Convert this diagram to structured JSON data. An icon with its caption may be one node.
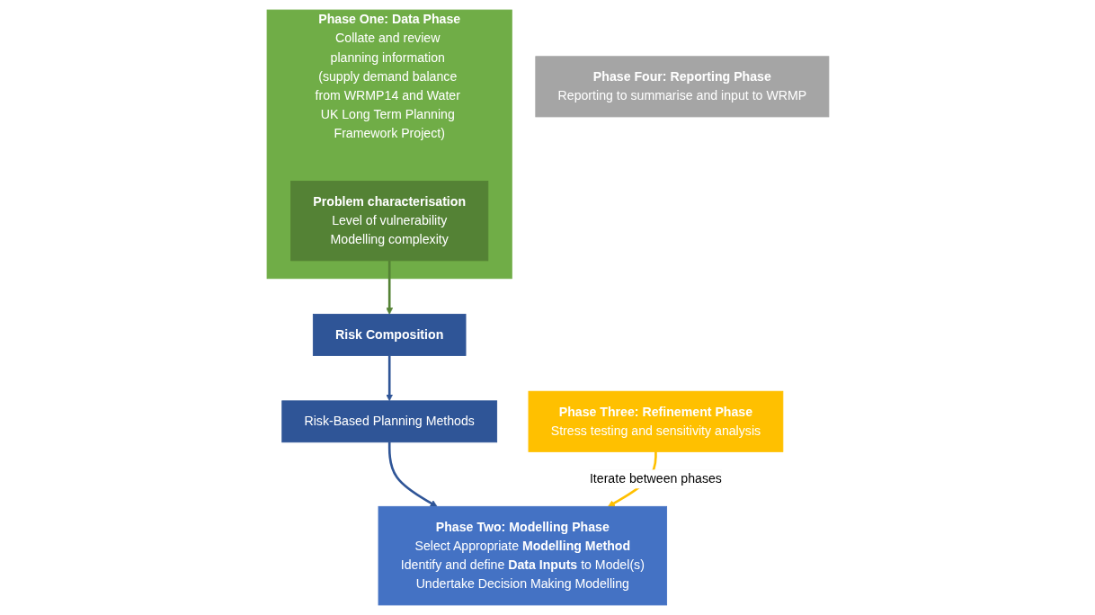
{
  "diagram": {
    "nodes": [
      {
        "text": [
          "Phase One: Data Phase",
          "Collate and review planning information (supply demand balance from WRMP14 and Water UK Long Term Planning Framework Project)"
        ]
      },
      {
        "text": [
          "Problem characterisation",
          "Level of vulnerability",
          "Modelling complexity"
        ],
        "in": 0
      },
      {
        "text": [
          "Risk Composition"
        ]
      },
      {
        "text": [
          "Risk-Based Planning Methods"
        ]
      },
      {
        "text": [
          "Phase Two: Modelling Phase",
          "Select Appropriate **Modelling Method**",
          "Identify and define **Data Inputs** to Model(s)",
          "Undertake Decision Making Modelling"
        ]
      },
      {
        "text": [
          "Phase Three: Refinement Phase",
          "Stress testing and sensitivity analysis"
        ]
      },
      {
        "text": [
          "Phase Four: Reporting Phase",
          "Reporting to summarise and input to WRMP"
        ]
      }
    ],
    "edges": [
      {
        "from": 1,
        "to": 2,
        "arrow": "to",
        "color": "#548235"
      },
      {
        "from": 2,
        "to": 3,
        "arrow": "to",
        "color": "#2f5597"
      },
      {
        "from": 3,
        "to": 4,
        "arrow": "to",
        "color": "#2f5597"
      },
      {
        "from": 5,
        "to": 4,
        "arrow": "to",
        "color": "#ffc000",
        "label": "Iterate between phases"
      }
    ]
  }
}
